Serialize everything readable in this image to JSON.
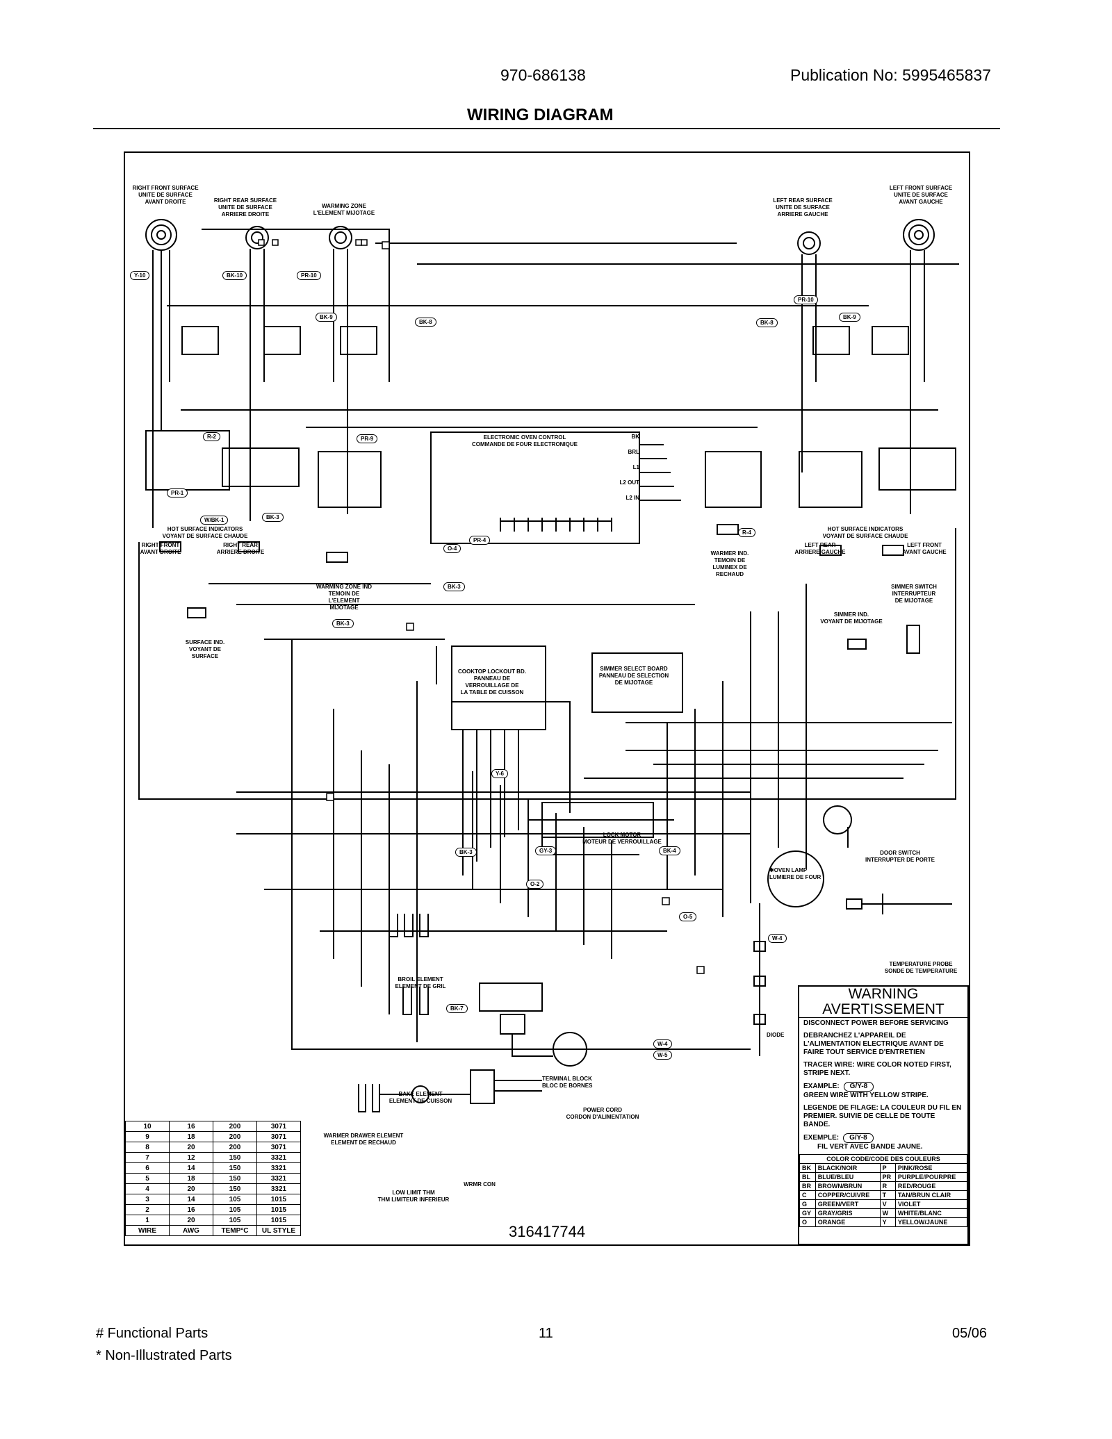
{
  "header": {
    "model": "970-686138",
    "publication": "Publication No:  5995465837",
    "title": "WIRING DIAGRAM"
  },
  "labels": {
    "rf_surface": "RIGHT FRONT SURFACE\nUNITE DE SURFACE\nAVANT DROITE",
    "rr_surface": "RIGHT REAR SURFACE\nUNITE DE SURFACE\nARRIERE DROITE",
    "warming_zone": "WARMING ZONE\nL'ELEMENT MIJOTAGE",
    "lr_surface": "LEFT REAR SURFACE\nUNITE DE SURFACE\nARRIERE GAUCHE",
    "lf_surface": "LEFT FRONT SURFACE\nUNITE DE SURFACE\nAVANT GAUCHE",
    "eoc": "ELECTRONIC OVEN CONTROL\nCOMMANDE DE FOUR ELECTRONIQUE",
    "hsi_right": "HOT SURFACE INDICATORS\nVOYANT DE SURFACE CHAUDE",
    "hsi_right_front": "RIGHT FRONT\nAVANT DROITE",
    "hsi_right_rear": "RIGHT REAR\nARRIERE DROITE",
    "hsi_left": "HOT SURFACE INDICATORS\nVOYANT DE SURFACE CHAUDE",
    "hsi_left_rear": "LEFT REAR\nARRIERE GAUCHE",
    "hsi_left_front": "LEFT FRONT\nAVANT GAUCHE",
    "warming_zone_ind": "WARMING ZONE IND\nTEMOIN DE\nL'ELEMENT\nMIJOTAGE",
    "warmer_ind": "WARMER IND.\nTEMOIN DE\nLUMINEX DE\nRECHAUD",
    "simmer_switch": "SIMMER SWITCH\nINTERRUPTEUR\nDE MIJOTAGE",
    "simmer_ind": "SIMMER IND.\nVOYANT DE MIJOTAGE",
    "surface_ind": "SURFACE IND.\nVOYANT DE\nSURFACE",
    "cooktop_lockout": "COOKTOP LOCKOUT BD.\nPANNEAU DE\nVERROUILLAGE DE\nLA TABLE DE CUISSON",
    "simmer_select": "SIMMER SELECT BOARD\nPANNEAU DE SELECTION\nDE MIJOTAGE",
    "lock_motor": "LOCK MOTOR\nMOTEUR DE VERROUILLAGE",
    "door_switch": "DOOR SWITCH\nINTERRUPTER DE PORTE",
    "oven_lamp": "✱OVEN LAMP\nLUMIERE DE FOUR",
    "temp_probe": "TEMPERATURE PROBE\nSONDE DE TEMPERATURE",
    "broil": "BROIL ELEMENT\nELEMENT DE GRIL",
    "bake": "BAKE ELEMENT\nELEMENT DE CUISSON",
    "terminal_block": "TERMINAL BLOCK\nBLOC DE BORNES",
    "power_cord": "POWER CORD\nCORDON D'ALIMENTATION",
    "diode": "DIODE",
    "warmer_drawer": "WARMER DRAWER ELEMENT\nELEMENT DE RECHAUD",
    "low_limit": "LOW LIMIT THM\nTHM LIMITEUR INFERIEUR",
    "wrmr_con": "WRMR CON",
    "eoc_pins": [
      "BK",
      "BRL",
      "L1",
      "L2 OUT",
      "L2 IN"
    ]
  },
  "wire_tags": [
    "Y-10",
    "BK-10",
    "PR-10",
    "BK-9",
    "BK-8",
    "BK-9",
    "BK-8",
    "PR-10",
    "R-2",
    "PR-1",
    "BK-3",
    "PR-9",
    "R-4",
    "W/BK-1",
    "BK-3",
    "Y-6",
    "O-4",
    "BK-3",
    "PR-4",
    "O-2",
    "BK-3",
    "GY-3",
    "BK-7",
    "W-4",
    "W-5",
    "BK-4",
    "O-5",
    "W-4"
  ],
  "warning": {
    "title1": "WARNING",
    "title2": "AVERTISSEMENT",
    "lines": [
      "DISCONNECT POWER BEFORE SERVICING",
      "DEBRANCHEZ L'APPAREIL DE L'ALIMENTATION ELECTRIQUE AVANT DE FAIRE TOUT SERVICE D'ENTRETIEN",
      "TRACER WIRE:  WIRE COLOR NOTED FIRST, STRIPE NEXT.",
      "EXAMPLE:",
      "GREEN WIRE WITH YELLOW STRIPE.",
      "LEGENDE DE FILAGE:  LA COULEUR DU FIL EN PREMIER. SUIVIE DE CELLE DE TOUTE BANDE.",
      "EXEMPLE:",
      "FIL VERT AVEC BANDE JAUNE."
    ],
    "example_code": "G/Y-8",
    "color_code_title": "COLOR CODE/CODE DES COULEURS",
    "colors": [
      [
        "BK",
        "BLACK/NOIR",
        "P",
        "PINK/ROSE"
      ],
      [
        "BL",
        "BLUE/BLEU",
        "PR",
        "PURPLE/POURPRE"
      ],
      [
        "BR",
        "BROWN/BRUN",
        "R",
        "RED/ROUGE"
      ],
      [
        "C",
        "COPPER/CUIVRE",
        "T",
        "TAN/BRUN CLAIR"
      ],
      [
        "G",
        "GREEN/VERT",
        "V",
        "VIOLET"
      ],
      [
        "GY",
        "GRAY/GRIS",
        "W",
        "WHITE/BLANC"
      ],
      [
        "O",
        "ORANGE",
        "Y",
        "YELLOW/JAUNE"
      ]
    ]
  },
  "awg_table": {
    "rows": [
      [
        "10",
        "16",
        "200",
        "3071"
      ],
      [
        "9",
        "18",
        "200",
        "3071"
      ],
      [
        "8",
        "20",
        "200",
        "3071"
      ],
      [
        "7",
        "12",
        "150",
        "3321"
      ],
      [
        "6",
        "14",
        "150",
        "3321"
      ],
      [
        "5",
        "18",
        "150",
        "3321"
      ],
      [
        "4",
        "20",
        "150",
        "3321"
      ],
      [
        "3",
        "14",
        "105",
        "1015"
      ],
      [
        "2",
        "16",
        "105",
        "1015"
      ],
      [
        "1",
        "20",
        "105",
        "1015"
      ]
    ],
    "header": [
      "WIRE",
      "AWG",
      "TEMP°C",
      "UL STYLE"
    ]
  },
  "diagram_number": "316417744",
  "footer": {
    "functional": "# Functional Parts",
    "non_illustrated": "* Non-Illustrated Parts",
    "page": "11",
    "date": "05/06"
  }
}
